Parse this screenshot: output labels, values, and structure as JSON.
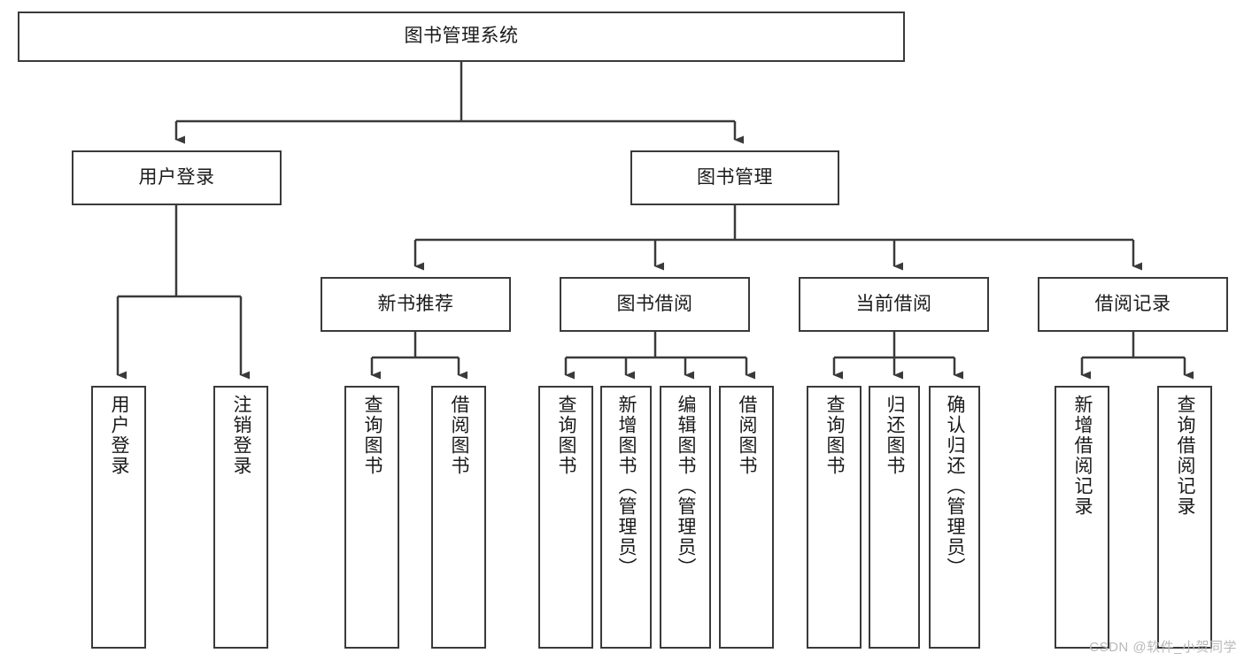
{
  "diagram": {
    "title": "图书管理系统",
    "type": "tree-hierarchy",
    "watermark": "CSDN @软件_小贺同学",
    "colors": {
      "box_border": "#3a3a3a",
      "box_fill": "#ffffff",
      "edge": "#3a3a3a",
      "text": "#1a1a1a",
      "watermark": "#b9b9b9",
      "background": "#ffffff"
    },
    "root": {
      "label": "图书管理系统"
    },
    "level2": [
      {
        "label": "用户登录"
      },
      {
        "label": "图书管理"
      }
    ],
    "level3": [
      {
        "label": "新书推荐"
      },
      {
        "label": "图书借阅"
      },
      {
        "label": "当前借阅"
      },
      {
        "label": "借阅记录"
      }
    ],
    "leaves": {
      "user_login": [
        {
          "label": "用户登录"
        },
        {
          "label": "注销登录"
        }
      ],
      "new_book_recommend": [
        {
          "label": "查询图书"
        },
        {
          "label": "借阅图书"
        }
      ],
      "book_borrow": [
        {
          "label": "查询图书"
        },
        {
          "label": "新增图书（管理员）"
        },
        {
          "label": "编辑图书（管理员）"
        },
        {
          "label": "借阅图书"
        }
      ],
      "current_borrow": [
        {
          "label": "查询图书"
        },
        {
          "label": "归还图书"
        },
        {
          "label": "确认归还（管理员）"
        }
      ],
      "borrow_record": [
        {
          "label": "新增借阅记录"
        },
        {
          "label": "查询借阅记录"
        }
      ]
    }
  }
}
